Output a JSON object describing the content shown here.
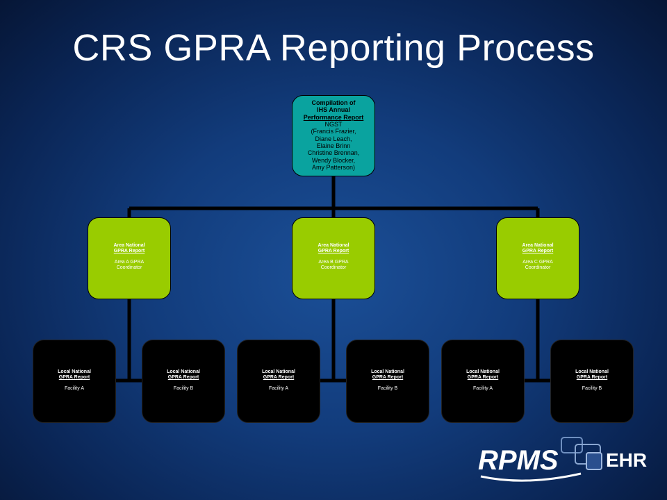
{
  "title": "CRS GPRA Reporting Process",
  "top_node": {
    "line1": "Compilation of",
    "line2": "IHS Annual",
    "line3": "Performance Report",
    "lines": [
      "NGST",
      "(Francis Frazier,",
      "Diane Leach,",
      "Elaine Brinn",
      "Christine Brennan,",
      "Wendy Blocker,",
      "Amy Patterson)"
    ]
  },
  "areas": [
    {
      "line1": "Area National",
      "line2": "GPRA Report",
      "sub1": "Area A GPRA",
      "sub2": "Coordinator"
    },
    {
      "line1": "Area National",
      "line2": "GPRA Report",
      "sub1": "Area B GPRA",
      "sub2": "Coordinator"
    },
    {
      "line1": "Area National",
      "line2": "GPRA Report",
      "sub1": "Area C GPRA",
      "sub2": "Coordinator"
    }
  ],
  "leaves": [
    {
      "line1": "Local National",
      "line2": "GPRA Report",
      "facility": "Facility A"
    },
    {
      "line1": "Local National",
      "line2": "GPRA Report",
      "facility": "Facility B"
    },
    {
      "line1": "Local National",
      "line2": "GPRA Report",
      "facility": "Facility A"
    },
    {
      "line1": "Local National",
      "line2": "GPRA Report",
      "facility": "Facility B"
    },
    {
      "line1": "Local National",
      "line2": "GPRA Report",
      "facility": "Facility A"
    },
    {
      "line1": "Local National",
      "line2": "GPRA Report",
      "facility": "Facility B"
    }
  ],
  "logo": {
    "brand": "RPMS",
    "product": "EHR"
  },
  "colors": {
    "top_node": "#0aa39f",
    "area_node": "#99cc00",
    "leaf_node": "#000000",
    "connector": "#000000"
  }
}
